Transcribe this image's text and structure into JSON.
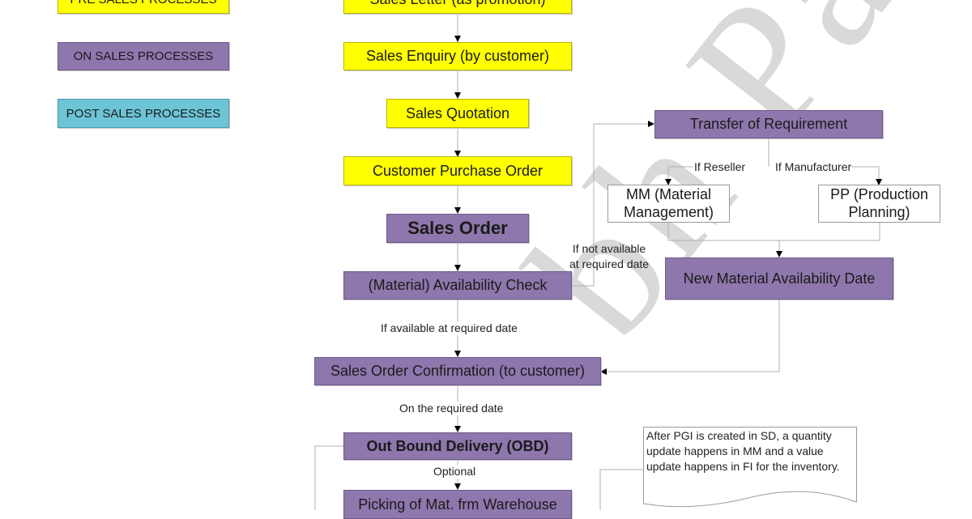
{
  "legend": {
    "pre_sales": "PRE SALES PROCESSES",
    "on_sales": "ON SALES PROCESSES",
    "post_sales": "POST SALES PROCESSES"
  },
  "colors": {
    "pre_sales": "#ffff00",
    "on_sales": "#8e77ad",
    "post_sales": "#6cc4d6",
    "connector": "#b0b0b0",
    "watermark": "#aaaaaa"
  },
  "flow": {
    "sales_letter": "Sales Letter (as promotion)",
    "sales_enquiry": "Sales Enquiry (by customer)",
    "sales_quotation": "Sales Quotation",
    "customer_po": "Customer Purchase Order",
    "sales_order": "Sales Order",
    "availability_check": "(Material) Availability Check",
    "so_confirmation": "Sales Order Confirmation (to customer)",
    "obd": "Out Bound Delivery (OBD)",
    "picking": "Picking of Mat. frm Warehouse"
  },
  "branch": {
    "transfer_of_requirement": "Transfer of Requirement",
    "mm": "MM (Material Management)",
    "pp": "PP (Production Planning)",
    "new_availability_date": "New Material Availability Date"
  },
  "labels": {
    "if_reseller": "If Reseller",
    "if_manufacturer": "If Manufacturer",
    "if_not_available_1": "If not available",
    "if_not_available_2": "at required date",
    "if_available": "If available at required date",
    "on_required_date": "On the required date",
    "optional": "Optional"
  },
  "note": {
    "text": "After PGI is created in SD, a quantity update happens in MM and a value update happens in FI for the inventory."
  },
  "watermark": {
    "text": "bh Patel"
  }
}
